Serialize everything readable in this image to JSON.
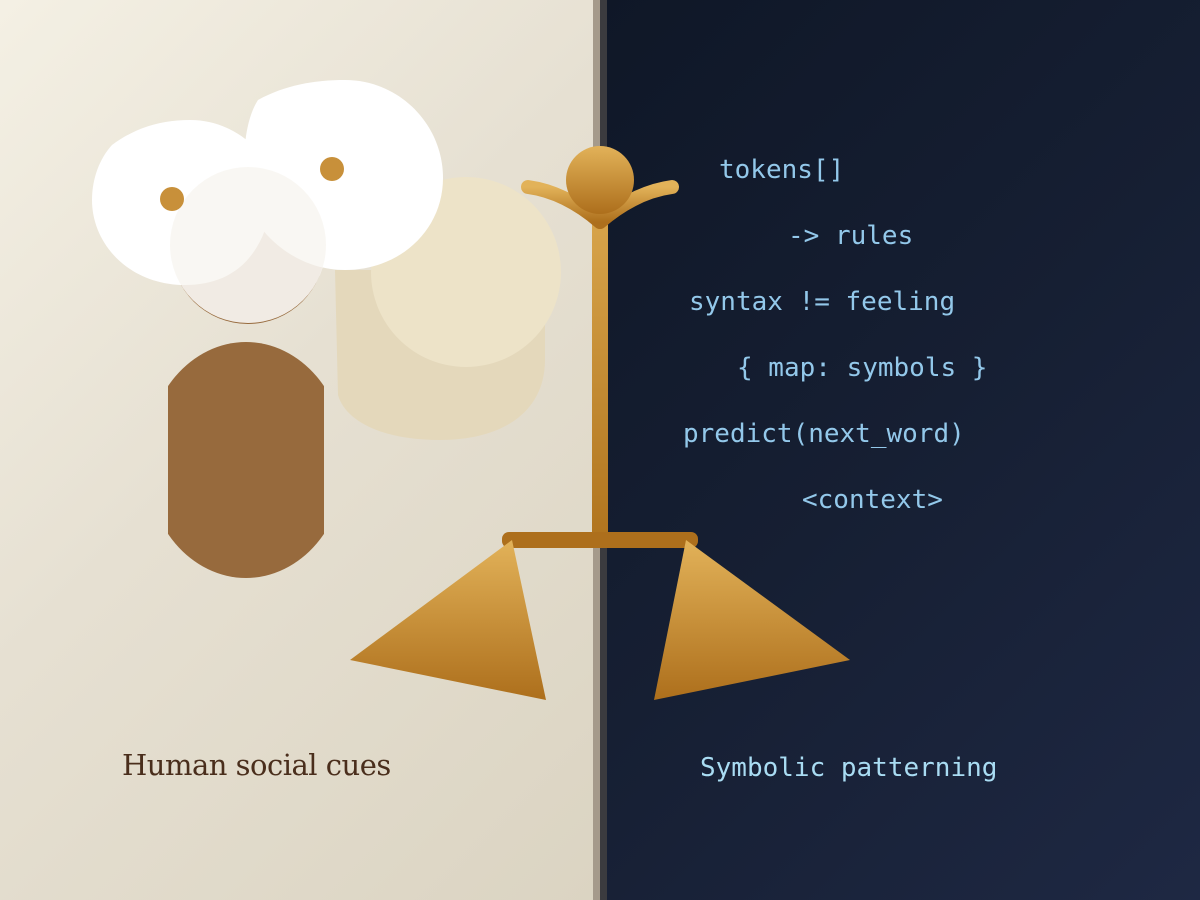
{
  "colors": {
    "left_bg_start": "#f4f0e4",
    "left_bg_end": "#dbd4c2",
    "right_bg_start": "#0f1727",
    "right_bg_end": "#1e2843",
    "figure_brown": "#976a3d",
    "eye_gold": "#c8903a",
    "scale_gold_light": "#e2b259",
    "scale_gold_dark": "#ad6f1c",
    "code_text": "#93c8ea",
    "caption_left_text": "#4a2e1c",
    "caption_right_text": "#a9dcf3"
  },
  "left_side": {
    "caption": "Human social cues",
    "figure": "human-figure-with-speech-bubbles"
  },
  "right_side": {
    "caption": "Symbolic patterning",
    "code_lines": [
      "tokens[]",
      "-> rules",
      "syntax != feeling",
      "{ map: symbols }",
      "predict(next_word)",
      "<context>"
    ]
  },
  "center": {
    "icon": "balance-scale-icon"
  }
}
